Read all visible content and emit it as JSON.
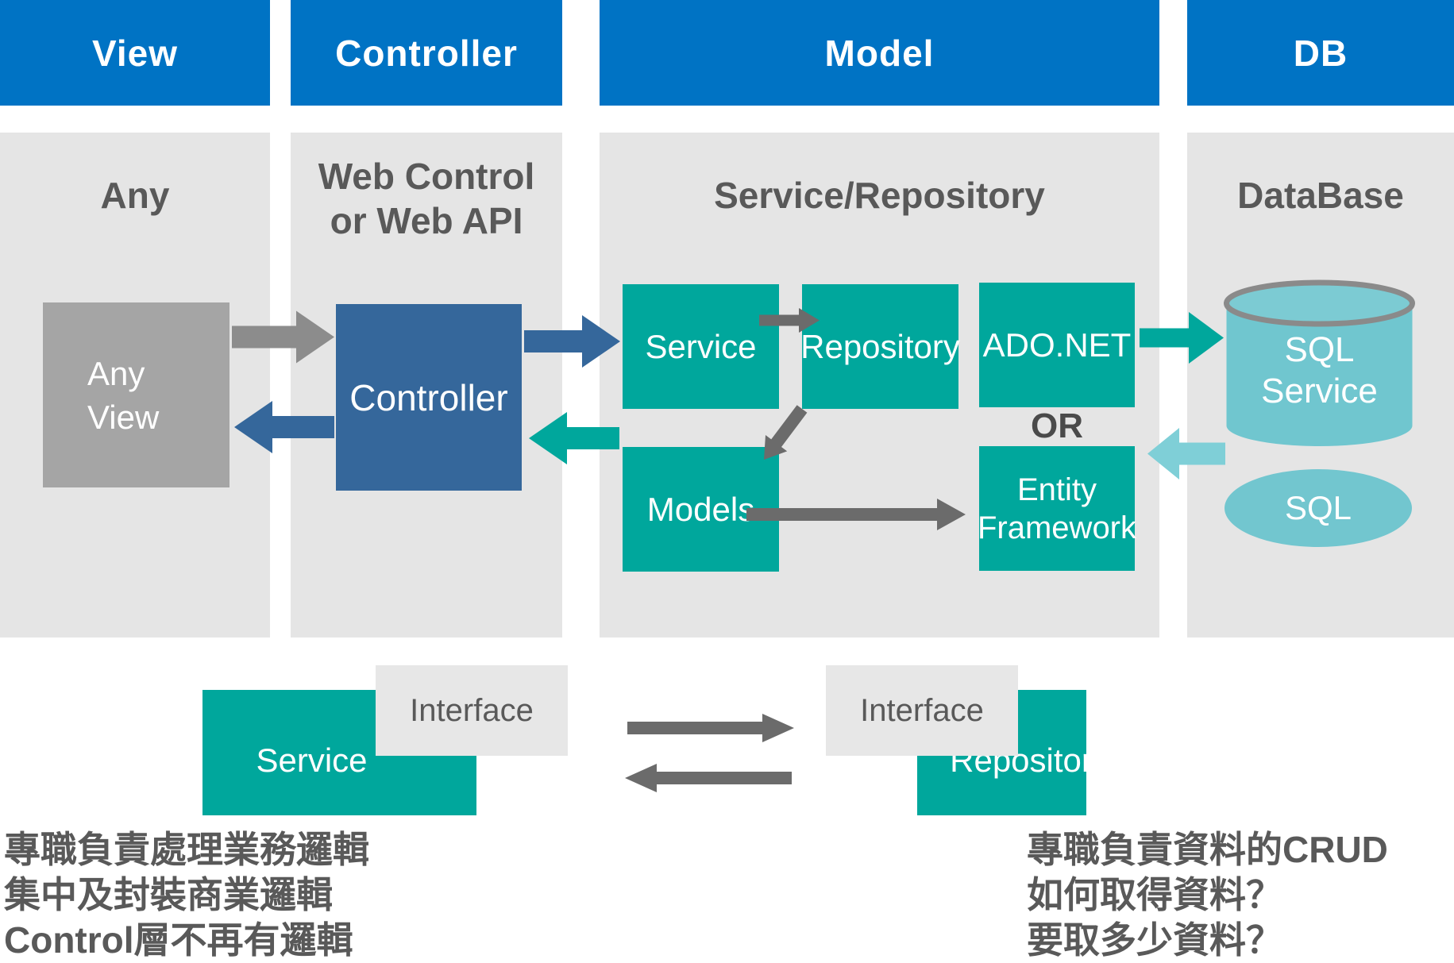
{
  "headers": {
    "view": "View",
    "controller": "Controller",
    "model": "Model",
    "db": "DB"
  },
  "panels": {
    "view_title": "Any",
    "controller_title_line1": "Web Control",
    "controller_title_line2": "or Web API",
    "model_title": "Service/Repository",
    "db_title": "DataBase"
  },
  "diagram": {
    "any_view_line1": "Any",
    "any_view_line2": "View",
    "controller": "Controller",
    "service": "Service",
    "repository": "Repository",
    "adonet": "ADO.NET",
    "or": "OR",
    "models": "Models",
    "entity_line1": "Entity",
    "entity_line2": "Framework",
    "sql_service_line1": "SQL",
    "sql_service_line2": "Service",
    "sql": "SQL"
  },
  "bottom": {
    "service": "Service",
    "interface_left": "Interface",
    "interface_right": "Interface",
    "repository": "Repository",
    "notes_left": [
      "專職負責處理業務邏輯",
      "集中及封裝商業邏輯",
      "Control層不再有邏輯"
    ],
    "notes_right": [
      "專職負責資料的CRUD",
      "如何取得資料？",
      "要取多少資料？"
    ]
  },
  "colors": {
    "header_blue": "#0073C4",
    "panel_gray": "#E5E5E5",
    "any_view_gray": "#A5A5A5",
    "controller_blue": "#35679B",
    "teal": "#00A79C",
    "light_teal_arrow": "#7FCFD7",
    "cylinder_fill": "#70C6CF",
    "arrow_gray": "#8C8C8C",
    "arrow_dark_gray": "#6B6B6B",
    "text_gray": "#595959"
  }
}
